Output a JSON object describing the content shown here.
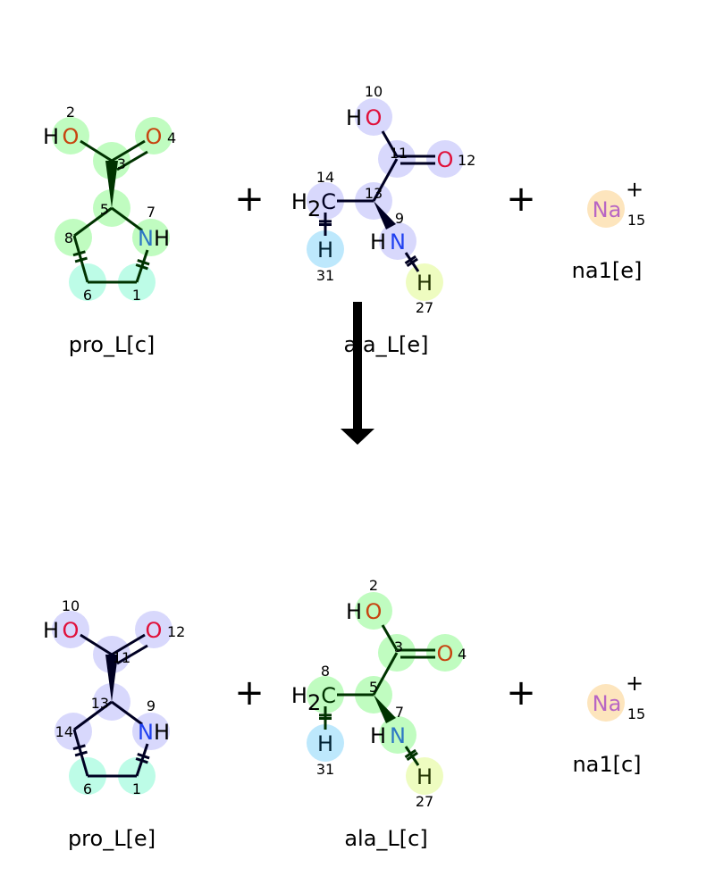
{
  "colors": {
    "green": "#c0fcc0",
    "lavender": "#d8d8fc",
    "teal": "#bdfce7",
    "lightblue": "#bde8fc",
    "yellowgreen": "#eefcc0",
    "peach": "#fde5bd",
    "o_orange": "#c74410",
    "o_red": "#e0103a",
    "n_teal": "#2d77c4",
    "n_blue": "#2040f0",
    "na_purple": "#b866c4"
  },
  "plus_sign": "+",
  "top": {
    "pro": {
      "name": "pro_L[c]",
      "bond_color": "#003300",
      "atoms": {
        "OH": {
          "prefix": "H",
          "symbol": "O",
          "num": "2",
          "bg": "#c0fcc0",
          "fg": "#c74410"
        },
        "Ccarb": {
          "num": "3",
          "bg": "#c0fcc0"
        },
        "Odbl": {
          "symbol": "O",
          "num": "4",
          "bg": "#c0fcc0",
          "fg": "#c74410"
        },
        "Ca": {
          "num": "5",
          "bg": "#c0fcc0"
        },
        "N": {
          "symbol": "N",
          "suffix": "H",
          "num": "7",
          "bg": "#c0fcc0",
          "fg": "#2d77c4"
        },
        "Cb": {
          "num": "8",
          "bg": "#c0fcc0"
        },
        "Cg": {
          "num": "6",
          "bg": "#bdfce7"
        },
        "Cd": {
          "num": "1",
          "bg": "#bdfce7"
        }
      }
    },
    "ala": {
      "name": "ala_L[e]",
      "bond_color": "#000022",
      "atoms": {
        "OH": {
          "prefix": "H",
          "symbol": "O",
          "num": "10",
          "bg": "#d8d8fc",
          "fg": "#e0103a"
        },
        "Ccarb": {
          "num": "11",
          "bg": "#d8d8fc"
        },
        "Odbl": {
          "symbol": "O",
          "num": "12",
          "bg": "#d8d8fc",
          "fg": "#e0103a"
        },
        "Ca": {
          "num": "13",
          "bg": "#d8d8fc"
        },
        "Cb": {
          "prefix": "H",
          "sub": "2",
          "symbol": "C",
          "num": "14",
          "bg": "#d8d8fc",
          "fg": "#000022"
        },
        "Hb": {
          "symbol": "H",
          "num": "31",
          "bg": "#bde8fc",
          "fg": "#002233"
        },
        "N": {
          "prefix": "H",
          "symbol": "N",
          "num": "9",
          "bg": "#d8d8fc",
          "fg": "#2040f0"
        },
        "Hn": {
          "symbol": "H",
          "num": "27",
          "bg": "#eefcc0",
          "fg": "#223300"
        }
      }
    },
    "na": {
      "name": "na1[e]",
      "symbol": "Na",
      "charge": "+",
      "num": "15",
      "bg": "#fde5bd",
      "fg": "#b866c4"
    }
  },
  "bottom": {
    "pro": {
      "name": "pro_L[e]",
      "bond_color": "#000022",
      "atoms": {
        "OH": {
          "prefix": "H",
          "symbol": "O",
          "num": "10",
          "bg": "#d8d8fc",
          "fg": "#e0103a"
        },
        "Ccarb": {
          "num": "11",
          "bg": "#d8d8fc"
        },
        "Odbl": {
          "symbol": "O",
          "num": "12",
          "bg": "#d8d8fc",
          "fg": "#e0103a"
        },
        "Ca": {
          "num": "13",
          "bg": "#d8d8fc"
        },
        "N": {
          "symbol": "N",
          "suffix": "H",
          "num": "9",
          "bg": "#d8d8fc",
          "fg": "#2040f0"
        },
        "Cb": {
          "num": "14",
          "bg": "#d8d8fc"
        },
        "Cg": {
          "num": "6",
          "bg": "#bdfce7"
        },
        "Cd": {
          "num": "1",
          "bg": "#bdfce7"
        }
      }
    },
    "ala": {
      "name": "ala_L[c]",
      "bond_color": "#003300",
      "atoms": {
        "OH": {
          "prefix": "H",
          "symbol": "O",
          "num": "2",
          "bg": "#c0fcc0",
          "fg": "#c74410"
        },
        "Ccarb": {
          "num": "3",
          "bg": "#c0fcc0"
        },
        "Odbl": {
          "symbol": "O",
          "num": "4",
          "bg": "#c0fcc0",
          "fg": "#c74410"
        },
        "Ca": {
          "num": "5",
          "bg": "#c0fcc0"
        },
        "Cb": {
          "prefix": "H",
          "sub": "2",
          "symbol": "C",
          "num": "8",
          "bg": "#c0fcc0",
          "fg": "#003300"
        },
        "Hb": {
          "symbol": "H",
          "num": "31",
          "bg": "#bde8fc",
          "fg": "#002233"
        },
        "N": {
          "prefix": "H",
          "symbol": "N",
          "num": "7",
          "bg": "#c0fcc0",
          "fg": "#2d77c4"
        },
        "Hn": {
          "symbol": "H",
          "num": "27",
          "bg": "#eefcc0",
          "fg": "#223300"
        }
      }
    },
    "na": {
      "name": "na1[c]",
      "symbol": "Na",
      "charge": "+",
      "num": "15",
      "bg": "#fde5bd",
      "fg": "#b866c4"
    }
  }
}
